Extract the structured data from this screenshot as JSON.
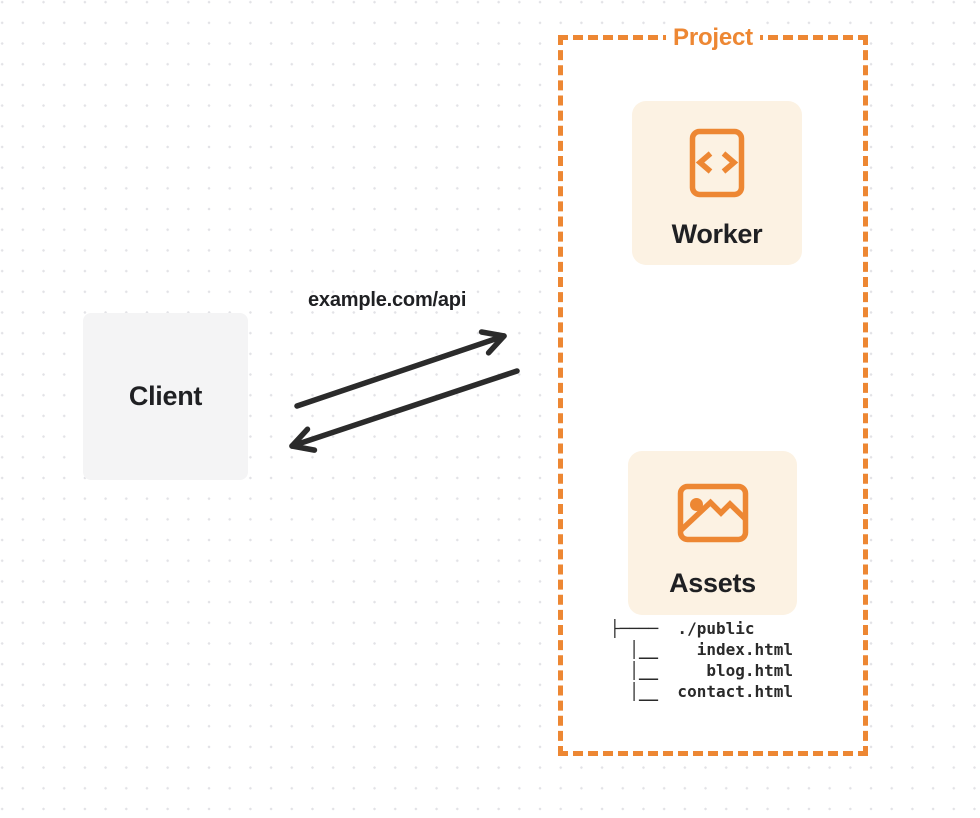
{
  "colors": {
    "orange": "#ED8733",
    "cream": "#FCF2E3",
    "client_bg": "#F4F4F5",
    "ink": "#1F2023",
    "arrow": "#2B2B2B",
    "dot": "#E2E2E6",
    "canvas_bg": "#FFFFFF"
  },
  "client": {
    "label": "Client"
  },
  "request": {
    "label": "example.com/api"
  },
  "project": {
    "label": "Project",
    "worker": {
      "label": "Worker",
      "icon": "code-icon"
    },
    "assets": {
      "label": "Assets",
      "icon": "image-icon"
    },
    "file_tree": {
      "root": "./public",
      "files": [
        "index.html",
        "blog.html",
        "contact.html"
      ],
      "tree_text": "├────  ./public\n  │__    index.html\n  │__     blog.html\n  │__  contact.html"
    }
  }
}
